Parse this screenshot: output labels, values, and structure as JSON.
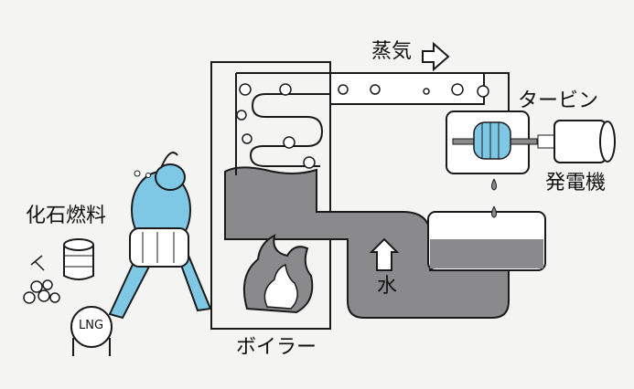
{
  "labels": {
    "steam": "蒸気",
    "turbine": "タービン",
    "generator": "発電機",
    "fossil_fuel": "化石燃料",
    "water": "水",
    "boiler": "ボイラー",
    "lng": "LNG"
  },
  "colors": {
    "water": "#8a8a8c",
    "figure": "#7ec8e6",
    "outline": "#1a1a1a",
    "background": "#f4f4f2",
    "pipe": "#ffffff"
  }
}
